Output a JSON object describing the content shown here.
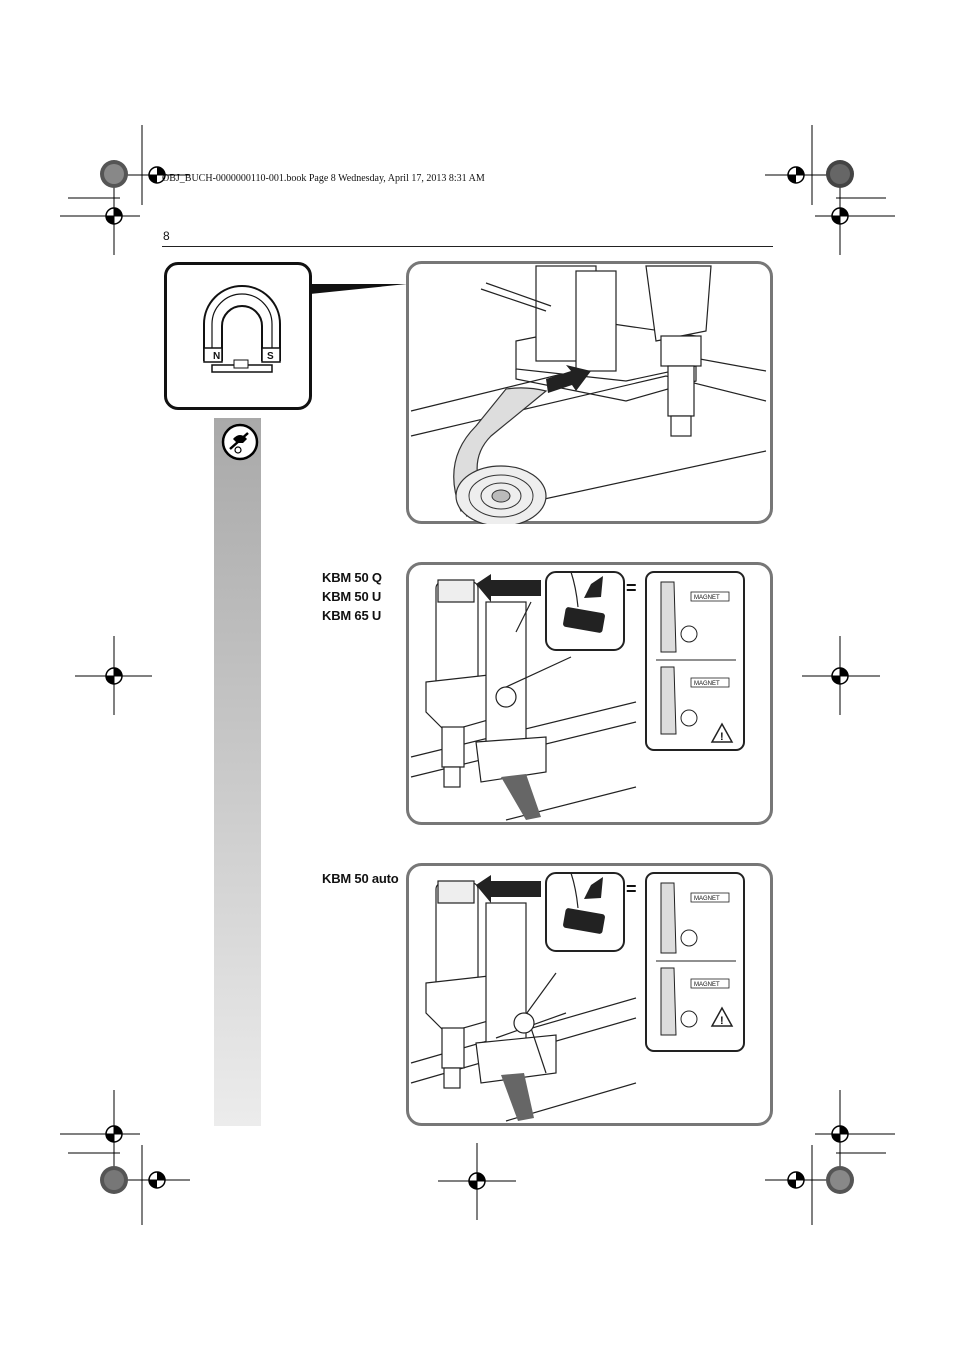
{
  "header": {
    "book_info": "OBJ_BUCH-0000000110-001.book  Page 8  Wednesday, April 17, 2013  8:31 AM",
    "page_number": "8"
  },
  "magnet_icon": {
    "pole_north": "N",
    "pole_south": "S"
  },
  "section_q_u": {
    "models": [
      "KBM 50 Q",
      "KBM 50 U",
      "KBM 65 U"
    ],
    "equals": "=",
    "label_top": "MAGNET",
    "label_bottom": "MAGNET"
  },
  "section_auto": {
    "models": [
      "KBM 50 auto"
    ],
    "equals": "=",
    "label_top": "MAGNET",
    "label_bottom": "MAGNET"
  }
}
